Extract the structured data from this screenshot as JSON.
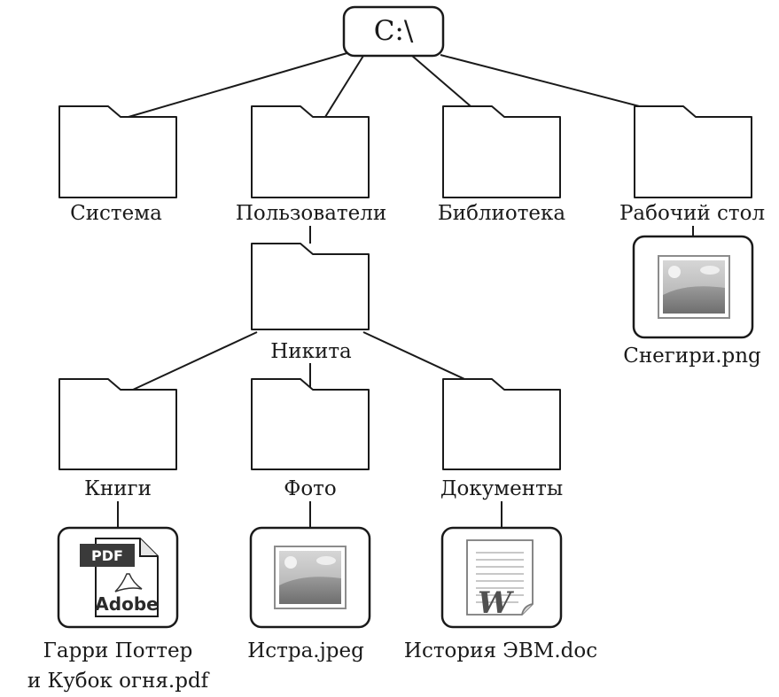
{
  "root": {
    "label": "C:\\"
  },
  "folders": {
    "system": "Система",
    "users": "Пользователи",
    "library": "Библиотека",
    "desktop": "Рабочий стол",
    "nikita": "Никита",
    "books": "Книги",
    "photo": "Фото",
    "documents": "Документы"
  },
  "files": {
    "snegiri": "Снегири.png",
    "harry_line1": "Гарри Поттер",
    "harry_line2": "и Кубок огня.pdf",
    "istra": "Истра.jpeg",
    "history": "История ЭВМ.doc"
  },
  "icons": {
    "pdf_band": "PDF",
    "pdf_brand": "Adobe",
    "doc_brand": "W"
  }
}
